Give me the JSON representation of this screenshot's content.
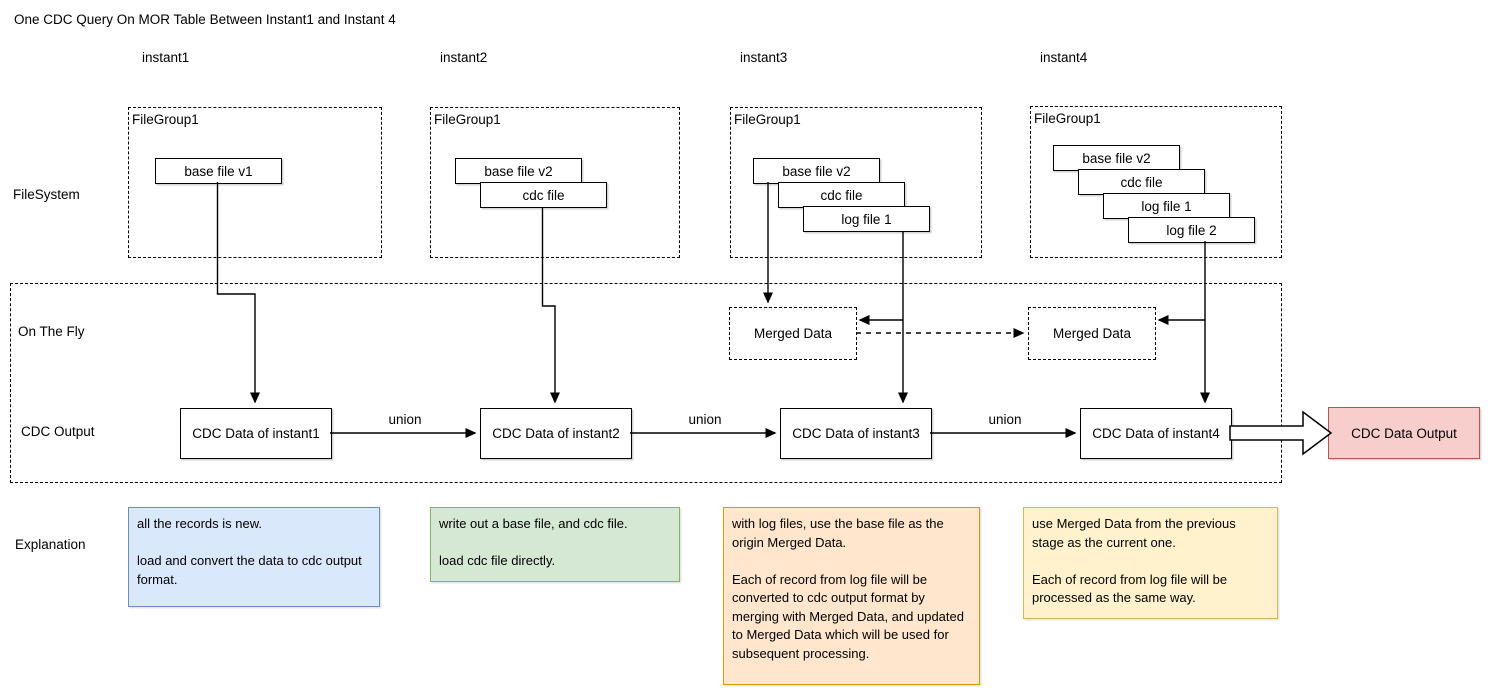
{
  "diagram": {
    "title": "One CDC Query On MOR Table Between Instant1 and Instant 4"
  },
  "row_labels": {
    "filesystem": "FileSystem",
    "on_the_fly": "On The Fly",
    "cdc_output": "CDC Output",
    "explanation": "Explanation"
  },
  "labels": {
    "union": "union",
    "merged_data": "Merged Data"
  },
  "columns": [
    {
      "label": "instant1",
      "filegroup": "FileGroup1",
      "files": [
        "base file v1"
      ],
      "cdc": "CDC Data of instant1",
      "explanation": "all the records is new.\n\nload and convert the data to cdc output format."
    },
    {
      "label": "instant2",
      "filegroup": "FileGroup1",
      "files": [
        "base file v2",
        "cdc file"
      ],
      "cdc": "CDC Data of instant2",
      "explanation": "write out a base file, and cdc file.\n\nload cdc file directly."
    },
    {
      "label": "instant3",
      "filegroup": "FileGroup1",
      "files": [
        "base file v2",
        "cdc file",
        "log file 1"
      ],
      "cdc": "CDC Data of instant3",
      "explanation": "with log files, use the base file as the origin Merged Data.\n\nEach of record from log file will be converted to cdc output format by merging with Merged Data, and updated to Merged Data which will be used for subsequent processing."
    },
    {
      "label": "instant4",
      "filegroup": "FileGroup1",
      "files": [
        "base file v2",
        "cdc file",
        "log file 1",
        "log file 2"
      ],
      "cdc": "CDC Data of instant4",
      "explanation": "use Merged Data from the previous stage as the current one.\n\nEach of record from log file will be processed as the same way."
    }
  ],
  "output": {
    "label": "CDC Data Output"
  },
  "colors": {
    "explanation_instant1": {
      "fill": "#dae8fc",
      "border": "#6c8ebf"
    },
    "explanation_instant2": {
      "fill": "#d5e8d4",
      "border": "#82b366"
    },
    "explanation_instant3": {
      "fill": "#ffe6cc",
      "border": "#d79b00"
    },
    "explanation_instant4": {
      "fill": "#fff2cc",
      "border": "#d6b656"
    },
    "cdc_output": {
      "fill": "#f8cecc",
      "border": "#b85450"
    }
  }
}
